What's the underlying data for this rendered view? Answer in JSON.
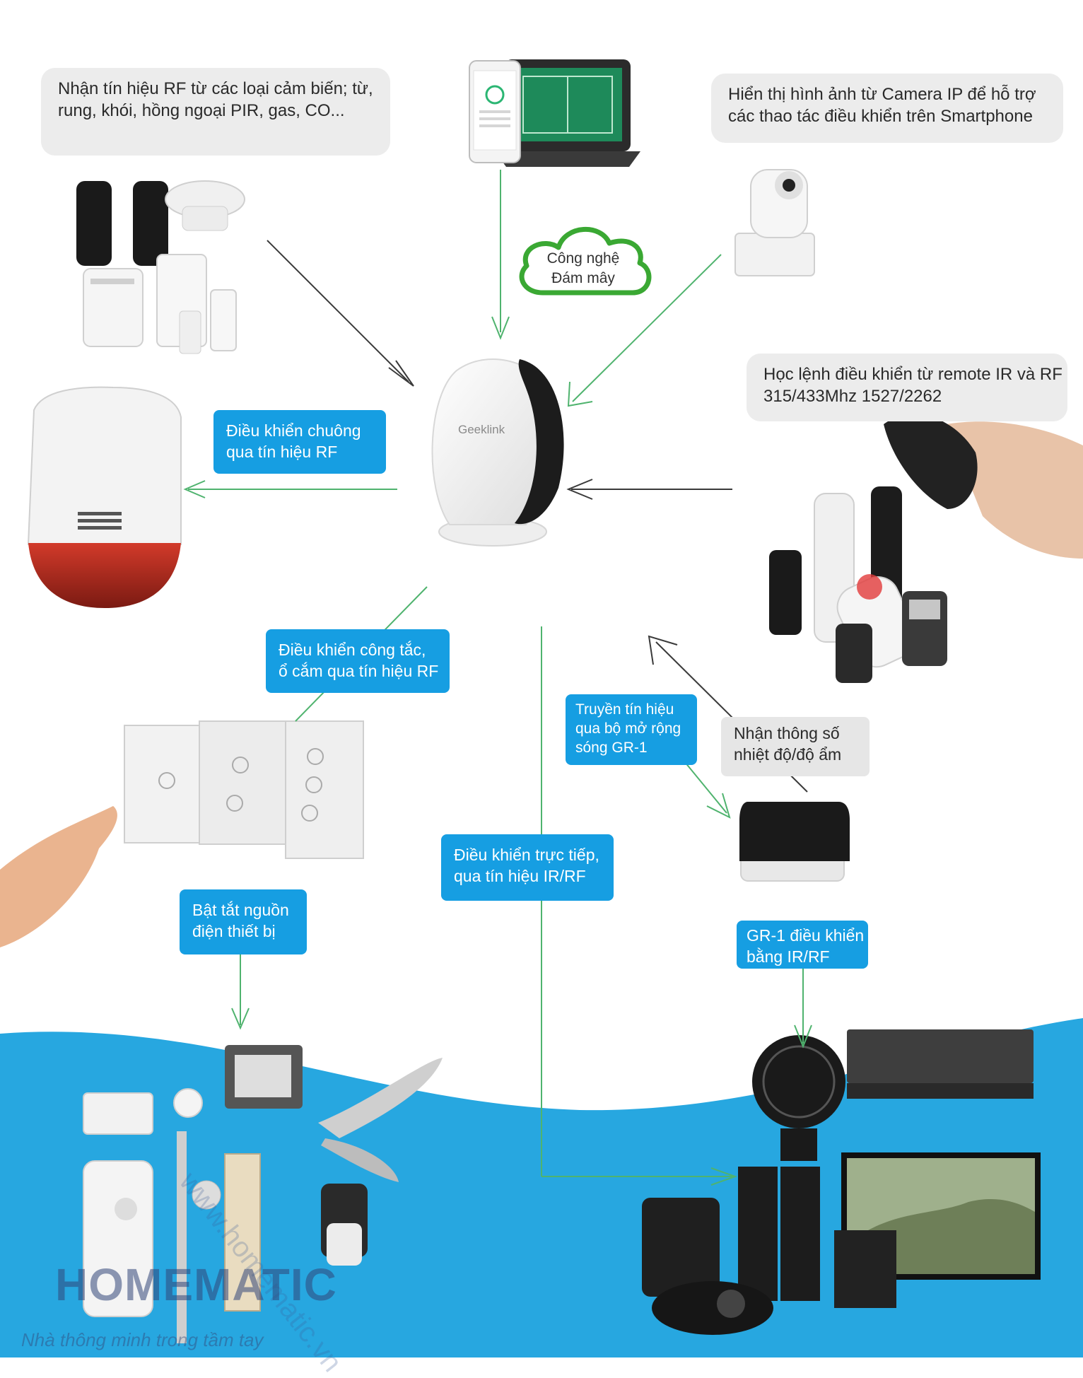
{
  "colors": {
    "accent_blue": "#169ee2",
    "bg_blue": "#27a7e0",
    "cloud_green": "#3aa833",
    "arrow_green": "#4fb36e"
  },
  "info_boxes": {
    "rf_sensors": [
      "Nhận tín hiệu RF từ các loại cảm biến; từ,",
      "rung, khói, hồng ngoại PIR, gas, CO..."
    ],
    "camera": [
      "Hiển thị hình ảnh từ Camera IP để hỗ trợ",
      "các thao tác điều khiển trên Smartphone"
    ],
    "learn_remote": [
      "Học lệnh điều khiển từ remote IR và RF",
      "315/433Mhz 1527/2262"
    ],
    "temp_humidity": [
      "Nhận thông số",
      "nhiệt độ/độ ẩm"
    ]
  },
  "cloud": [
    "Công nghệ",
    "Đám mây"
  ],
  "hub_brand": "Geeklink",
  "action_boxes": {
    "siren": [
      "Điều khiển chuông",
      "qua tín hiệu RF"
    ],
    "switch": [
      "Điều khiển công tắc,",
      "ổ cắm qua tín hiệu RF"
    ],
    "extender": [
      "Truyền tín hiệu",
      "qua bộ mở rộng",
      "sóng GR-1"
    ],
    "direct": [
      "Điều khiển trực tiếp,",
      "qua tín hiệu IR/RF"
    ],
    "power": [
      "Bật tắt nguồn",
      "điện thiết bị"
    ],
    "gr1": [
      "GR-1 điều khiển",
      "bằng IR/RF"
    ]
  },
  "watermark": {
    "brand": "HOMEMATIC",
    "slogan": "Nhà thông minh trong tầm tay",
    "url": "www.homematic.vn"
  }
}
